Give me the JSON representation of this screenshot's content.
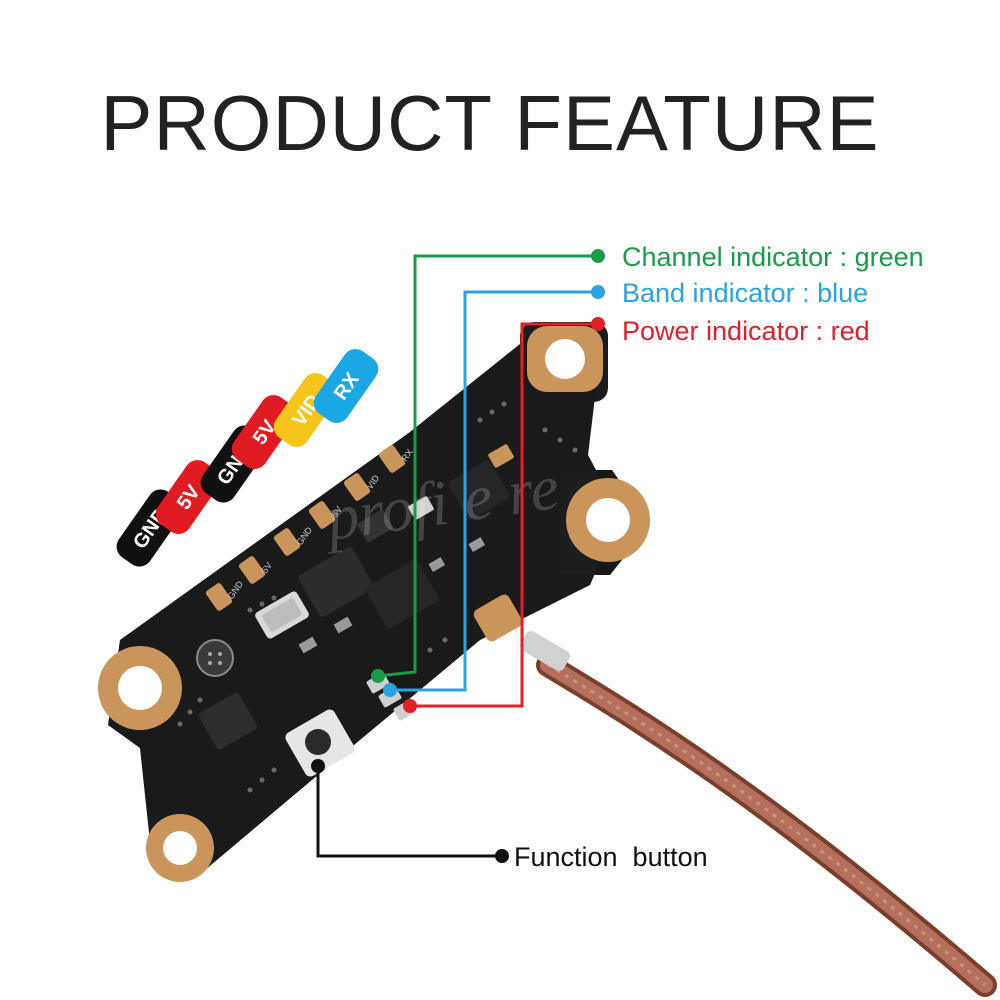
{
  "title": "PRODUCT FEATURE",
  "callouts": {
    "channel": {
      "text": "Channel indicator : green",
      "color": "#1a9b49"
    },
    "band": {
      "text": "Band indicator : blue",
      "color": "#2aa4e0"
    },
    "power": {
      "text": "Power indicator : red",
      "color": "#e3202a"
    },
    "function": {
      "text": "Function  button",
      "color": "#111111"
    }
  },
  "pins": [
    {
      "label": "GND",
      "color": "#111111"
    },
    {
      "label": "5V",
      "color": "#e11b22"
    },
    {
      "label": "GND",
      "color": "#111111"
    },
    {
      "label": "5V",
      "color": "#e11b22"
    },
    {
      "label": "VID",
      "color": "#f5c51b"
    },
    {
      "label": "RX",
      "color": "#1aa7e3"
    }
  ],
  "silkscreen": [
    "GND",
    "5V",
    "GND",
    "5V",
    "VID",
    "RX"
  ],
  "watermark": "profi  e  re",
  "board_icons": [
    "pcb-board",
    "antenna-cable",
    "ufl-connector",
    "function-button-icon",
    "microphone-icon",
    "crystal-icon",
    "led-icon",
    "mounting-hole-icon"
  ]
}
